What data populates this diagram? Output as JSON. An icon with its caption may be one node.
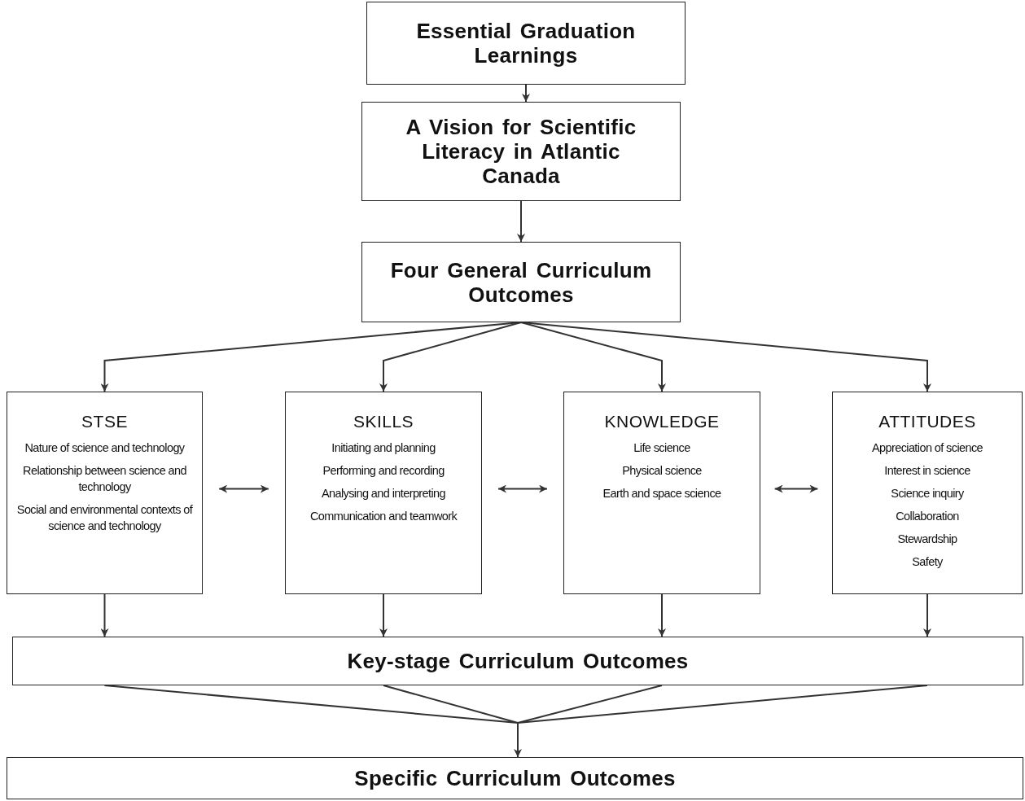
{
  "diagram": {
    "nodes": [
      {
        "text": [
          "Essential Graduation Learnings"
        ]
      },
      {
        "text": [
          "A Vision for Scientific Literacy in Atlantic Canada"
        ]
      },
      {
        "text": [
          "Four General Curriculum Outcomes"
        ]
      },
      {
        "text": [
          "STSE",
          "Nature of science and technology",
          "Relationship between science and technology",
          "Social and environmental contexts of science and technology"
        ]
      },
      {
        "text": [
          "SKILLS",
          "Initiating and planning",
          "Performing and recording",
          "Analysing and interpreting",
          "Communication and teamwork"
        ]
      },
      {
        "text": [
          "KNOWLEDGE",
          "Life science",
          "Physical science",
          "Earth and space science"
        ]
      },
      {
        "text": [
          "ATTITUDES",
          "Appreciation of science",
          "Interest in science",
          "Science inquiry",
          "Collaboration",
          "Stewardship",
          "Safety"
        ]
      },
      {
        "text": [
          "Key-stage Curriculum Outcomes"
        ]
      },
      {
        "text": [
          "Specific Curriculum Outcomes"
        ]
      }
    ],
    "edges": [
      {
        "from": 0,
        "to": 1,
        "arrow": "to"
      },
      {
        "from": 1,
        "to": 2,
        "arrow": "to"
      },
      {
        "from": 2,
        "to": 3,
        "arrow": "to"
      },
      {
        "from": 2,
        "to": 4,
        "arrow": "to"
      },
      {
        "from": 2,
        "to": 5,
        "arrow": "to"
      },
      {
        "from": 2,
        "to": 6,
        "arrow": "to"
      },
      {
        "from": 3,
        "to": 4,
        "arrow": "both"
      },
      {
        "from": 4,
        "to": 5,
        "arrow": "both"
      },
      {
        "from": 5,
        "to": 6,
        "arrow": "both"
      },
      {
        "from": 3,
        "to": 7,
        "arrow": "to"
      },
      {
        "from": 4,
        "to": 7,
        "arrow": "to"
      },
      {
        "from": 5,
        "to": 7,
        "arrow": "to"
      },
      {
        "from": 6,
        "to": 7,
        "arrow": "to"
      },
      {
        "from": 7,
        "to": 8,
        "arrow": "to"
      }
    ]
  }
}
